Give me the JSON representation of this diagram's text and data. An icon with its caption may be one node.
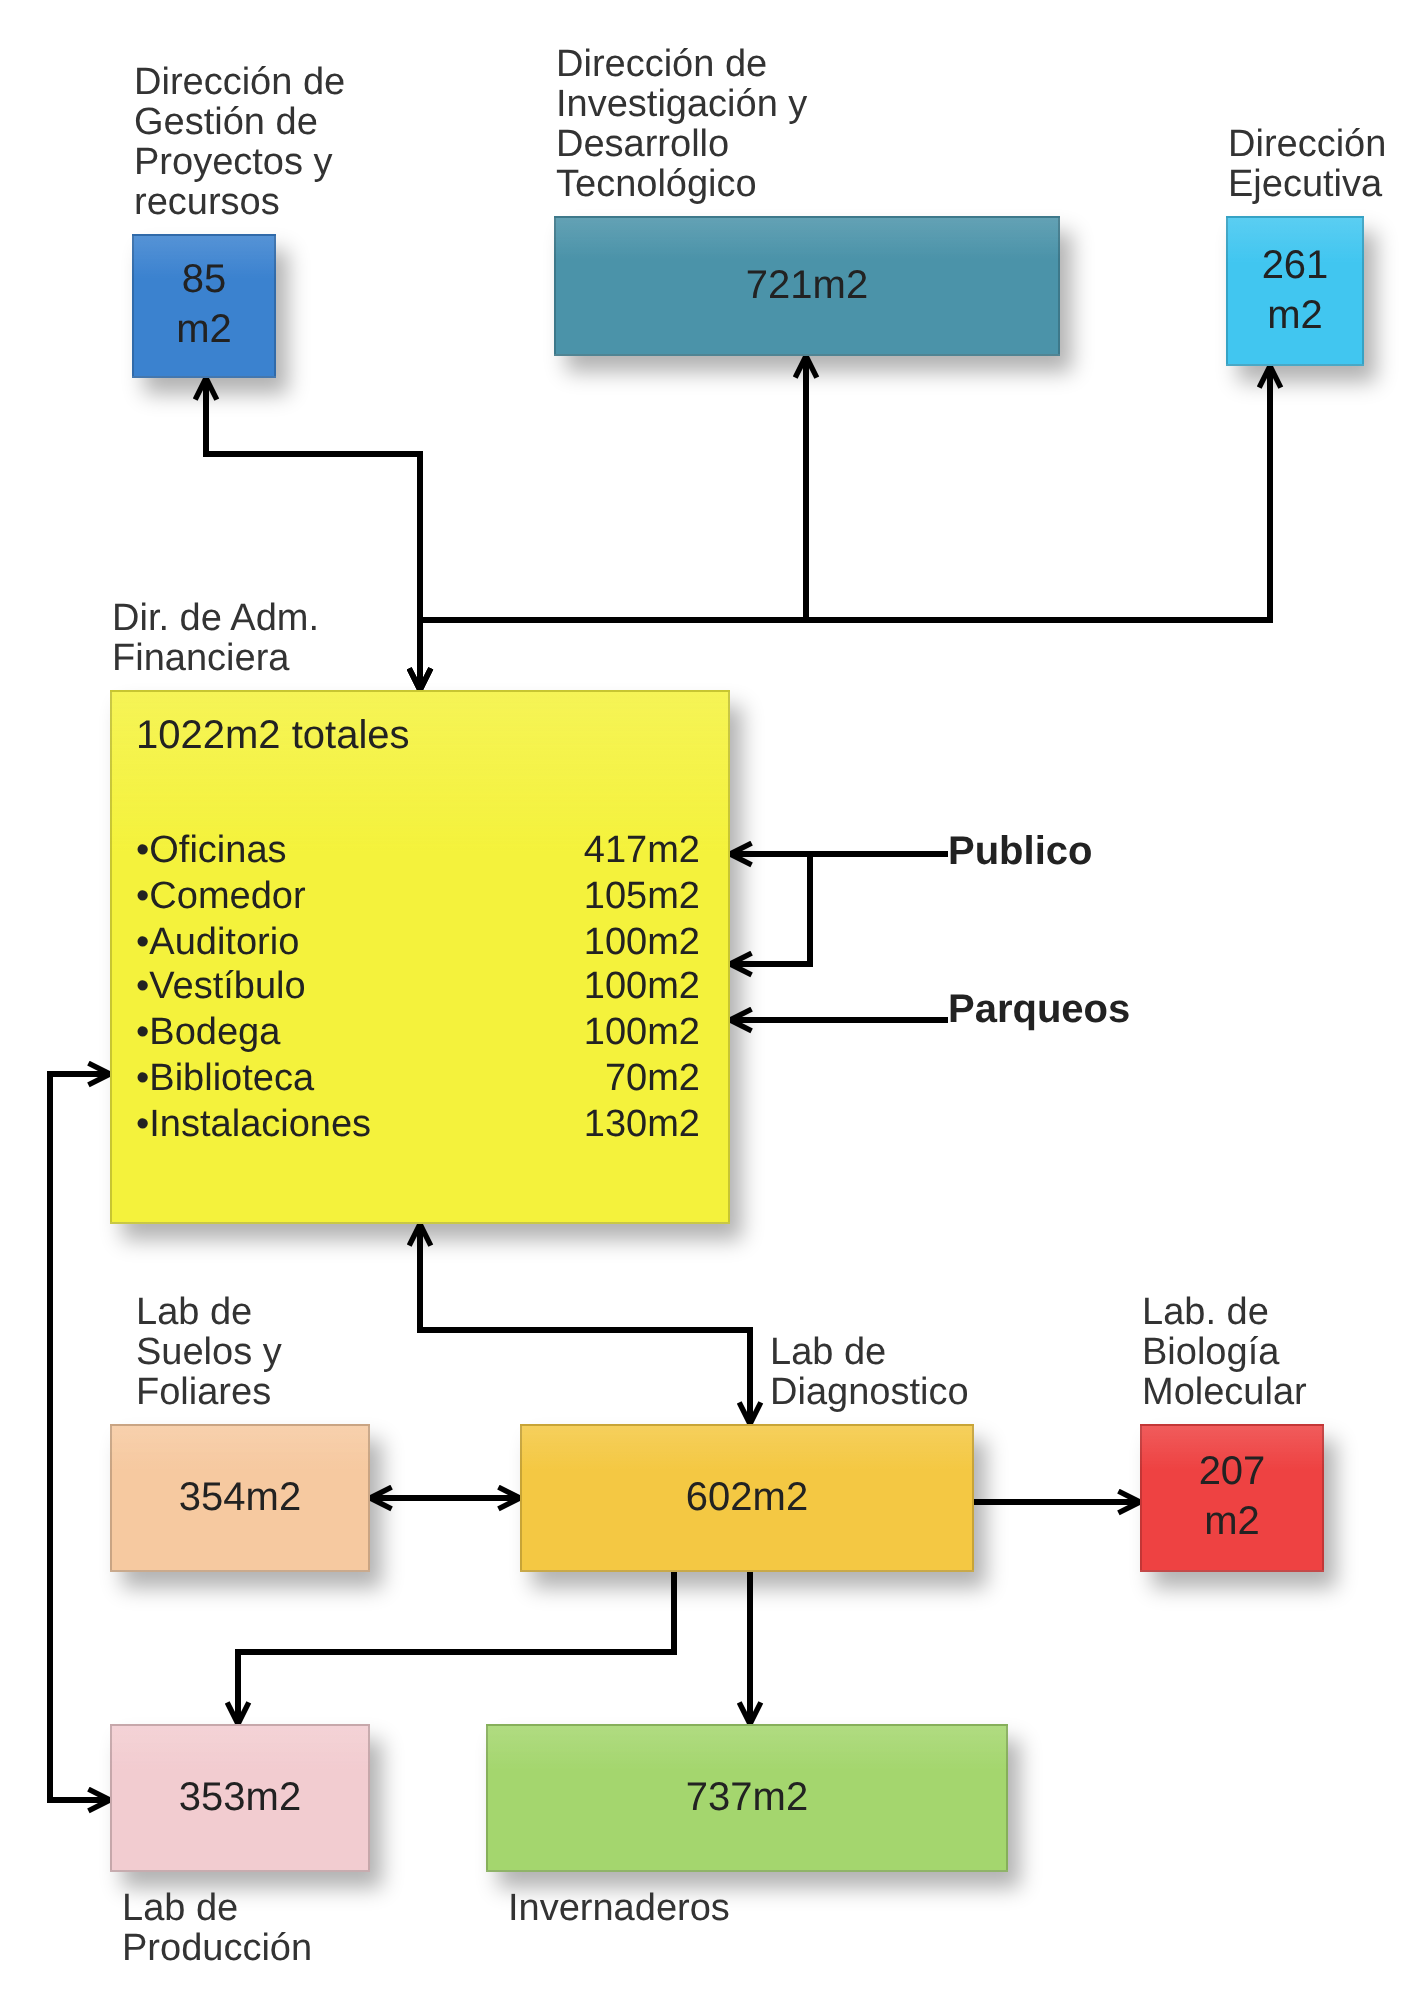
{
  "diagram": {
    "nodes": [
      {
        "text": [
          "Dirección de Gestión de Proyectos y recursos",
          "85 m2"
        ]
      },
      {
        "text": [
          "Dirección de Investigación y Desarrollo Tecnológico",
          "721m2"
        ]
      },
      {
        "text": [
          "Dirección Ejecutiva",
          "261 m2"
        ]
      },
      {
        "text": [
          "Dir. de Adm. Financiera",
          "1022m2 totales",
          "•Oficinas 417m2",
          "•Comedor 105m2",
          "•Auditorio 100m2",
          "•Vestíbulo 100m2",
          "•Bodega 100m2",
          "•Biblioteca 70m2",
          "•Instalaciones 130m2"
        ]
      },
      {
        "text": [
          "Publico"
        ]
      },
      {
        "text": [
          "Parqueos"
        ]
      },
      {
        "text": [
          "Lab de Suelos y Foliares",
          "354m2"
        ]
      },
      {
        "text": [
          "Lab de Diagnostico",
          "602m2"
        ]
      },
      {
        "text": [
          "Lab. de Biología Molecular",
          "207 m2"
        ]
      },
      {
        "text": [
          "353m2",
          "Lab de Producción"
        ]
      },
      {
        "text": [
          "737m2",
          "Invernaderos"
        ]
      }
    ],
    "edges": [
      {
        "from": 0,
        "to": 3,
        "arrow": "both"
      },
      {
        "from": 1,
        "to": 3,
        "arrow": "both"
      },
      {
        "from": 2,
        "to": 3,
        "arrow": "both"
      },
      {
        "from": 4,
        "to": 3,
        "arrow": "to"
      },
      {
        "from": 4,
        "to": 3,
        "arrow": "to"
      },
      {
        "from": 5,
        "to": 3,
        "arrow": "to"
      },
      {
        "from": 3,
        "to": 7,
        "arrow": "both"
      },
      {
        "from": 6,
        "to": 7,
        "arrow": "both"
      },
      {
        "from": 7,
        "to": 8,
        "arrow": "to"
      },
      {
        "from": 7,
        "to": 9,
        "arrow": "to"
      },
      {
        "from": 7,
        "to": 10,
        "arrow": "to"
      },
      {
        "from": 3,
        "to": 9,
        "arrow": "both"
      }
    ]
  }
}
